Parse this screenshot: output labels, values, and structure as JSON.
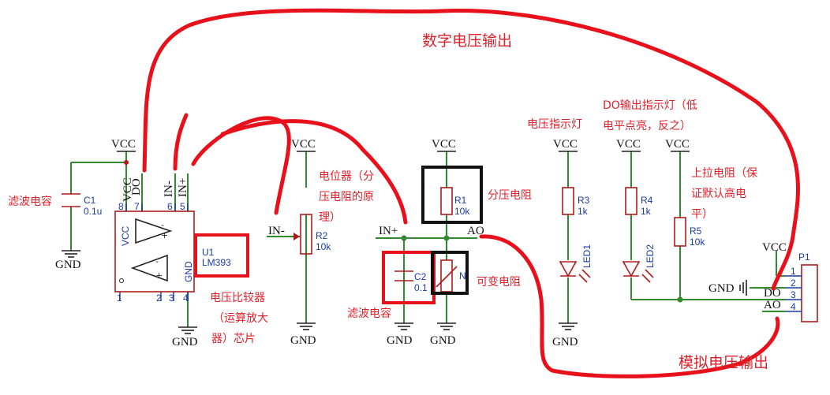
{
  "labels": {
    "vcc": "VCC",
    "gnd": "GND",
    "u1_ref": "U1",
    "u1_part": "LM393",
    "c1_ref": "C1",
    "c1_val": "0.1u",
    "r2_ref": "R2",
    "r2_val": "10k",
    "r1_ref": "R1",
    "r1_val": "10k",
    "c2_ref": "C2",
    "c2_val": "0.1",
    "n1_ref": "N",
    "r3_ref": "R3",
    "r3_val": "1k",
    "r4_ref": "R4",
    "r4_val": "1k",
    "r5_ref": "R5",
    "r5_val": "10k",
    "led1": "LED1",
    "led2": "LED2",
    "p1_ref": "P1",
    "net_in_minus": "IN-",
    "net_in_plus": "IN+",
    "net_do": "DO",
    "net_ao": "AO",
    "net_vcc_pin": "VCC",
    "net_do_pin": "DO",
    "net_in_minus_pin": "IN-",
    "net_in_plus_pin": "IN+",
    "pin_8": "8",
    "pin_7": "7",
    "pin_6": "6",
    "pin_5": "5",
    "pin_1": "1",
    "pin_2": "2",
    "pin_3": "3",
    "pin_4": "4",
    "pin_vcc_side": "VCC",
    "pin_gnd_side": "GND",
    "conn_1": "1",
    "conn_2": "2",
    "conn_3": "3",
    "conn_4": "4"
  },
  "annotations": {
    "digital_out": "数字电压输出",
    "analog_out": "模拟电压输出",
    "filter_cap_1": "滤波电容",
    "filter_cap_2": "滤波电容",
    "comparator_l1": "电压比较器",
    "comparator_l2": "（运算放大",
    "comparator_l3": "器）芯片",
    "pot_l1": "电位器（分",
    "pot_l2": "压电阻的原",
    "pot_l3": "理）",
    "divider": "分压电阻",
    "variable": "可变电阻",
    "power_led": "电压指示灯",
    "do_led_l1": "DO输出指示灯（低",
    "do_led_l2": "电平点亮，反之）",
    "pullup_l1": "上拉电阻（保",
    "pullup_l2": "证默认高电",
    "pullup_l3": "平）"
  }
}
